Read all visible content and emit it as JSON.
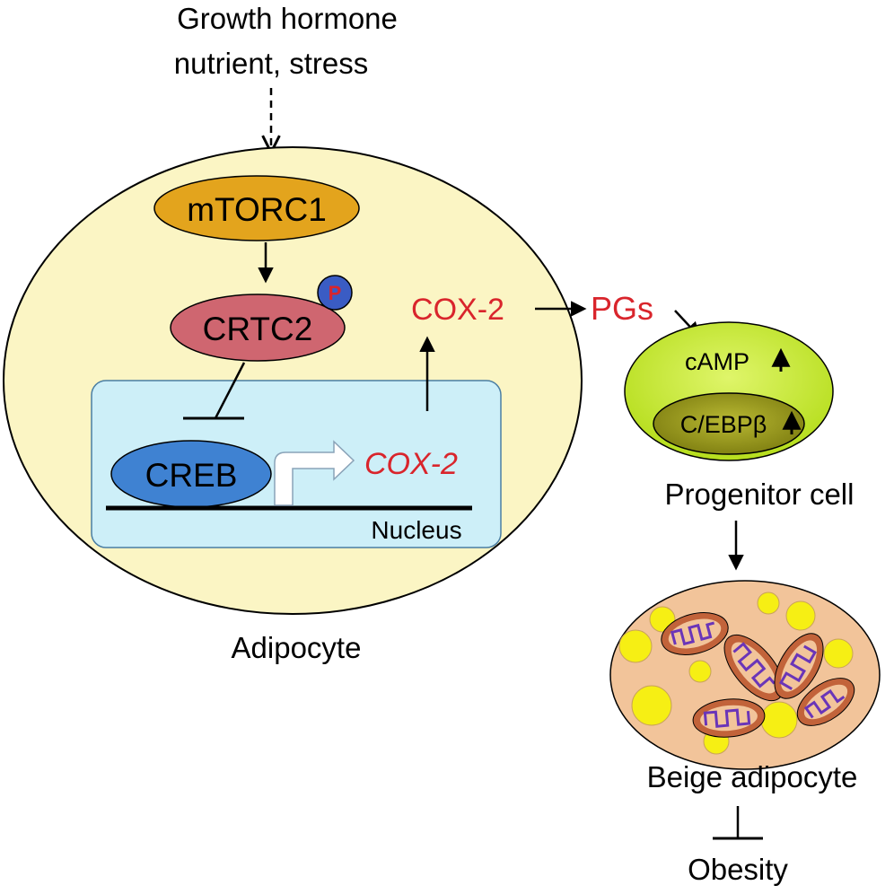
{
  "stimulus": {
    "line1": "Growth hormone",
    "line2": "nutrient, stress"
  },
  "adipocyte": {
    "mtorc1": "mTORC1",
    "crtc2": "CRTC2",
    "phospho": "P",
    "creb": "CREB",
    "cox2_gene": "COX-2",
    "nucleus": "Nucleus",
    "cox2_protein": "COX-2",
    "label": "Adipocyte"
  },
  "pgs": "PGs",
  "progenitor": {
    "camp": "cAMP",
    "cebpb": "C/EBPβ",
    "label": "Progenitor cell"
  },
  "beige": {
    "label": "Beige adipocyte"
  },
  "outcome": "Obesity",
  "colors": {
    "cell_fill": "#fbf5c4",
    "nucleus_fill": "#cdeff8",
    "mtorc1_fill": "#e3a41d",
    "crtc2_fill": "#cf6670",
    "creb_fill": "#3f82d2",
    "phospho_fill": "#3a5cc4",
    "red_text": "#d9252c",
    "progenitor_outer": "#c6ea2a",
    "progenitor_inner": "#8a8a14",
    "beige_fill": "#f2c49a",
    "lipid_fill": "#f6ef14",
    "mito_fill": "#c2633a",
    "cristae": "#6a35b8"
  }
}
